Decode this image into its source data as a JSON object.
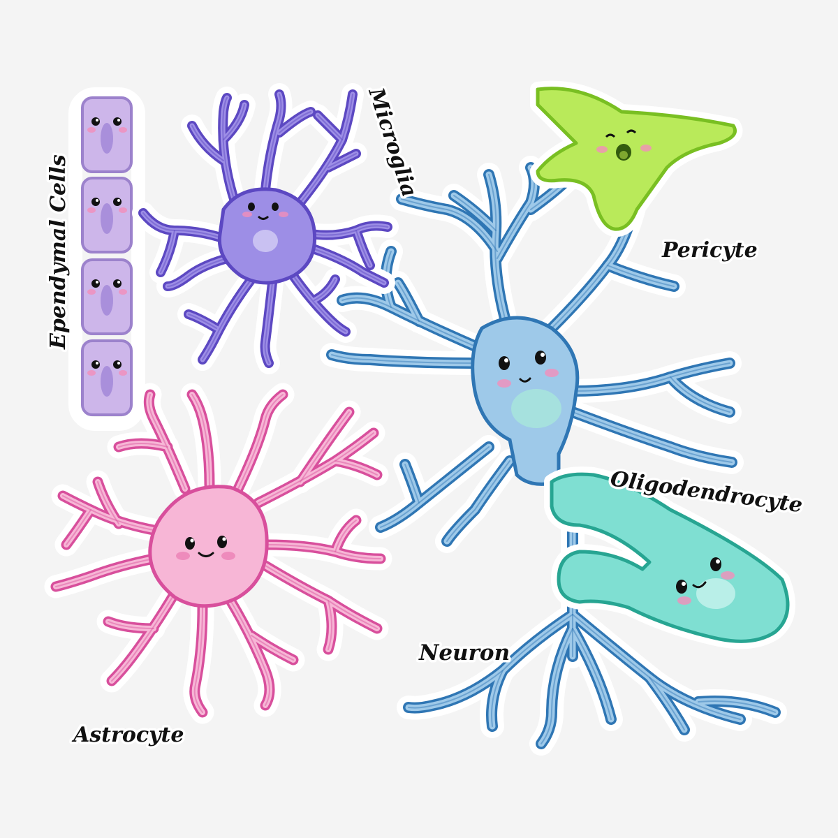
{
  "labels": {
    "ependymal": "Ependymal Cells",
    "microglia": "Microglia",
    "pericyte": "Pericyte",
    "astrocyte": "Astrocyte",
    "neuron": "Neuron",
    "oligodendrocyte": "Oligodendrocyte"
  },
  "colors": {
    "background": "#f4f4f4",
    "ependymal_fill": "#cdb6ea",
    "ependymal_stroke": "#9c82cc",
    "microglia_fill": "#9d8ee6",
    "microglia_stroke": "#5c48c2",
    "pericyte_fill": "#b9ea5a",
    "pericyte_stroke": "#79bf22",
    "astrocyte_fill": "#f7b6d6",
    "astrocyte_stroke": "#d84f9c",
    "neuron_fill": "#9ec9e9",
    "neuron_stroke": "#2f76b4",
    "neuron_nucleus": "#a6e1de",
    "oligo_fill": "#7fdfd2",
    "oligo_stroke": "#27a592",
    "blush": "#f38fba"
  },
  "icons": [
    "smiley-face-icon",
    "surprised-face-icon"
  ]
}
